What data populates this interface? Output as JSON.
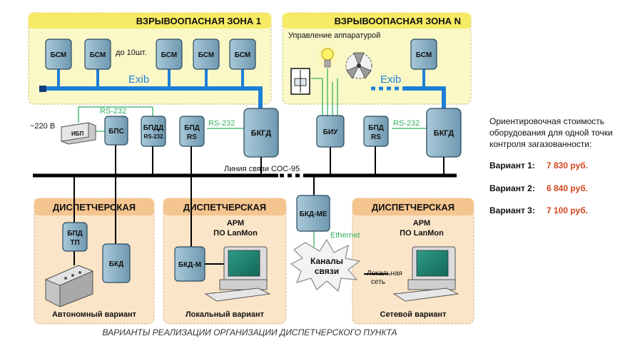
{
  "zones": {
    "zone1_title": "ВЗРЫВООПАСНАЯ ЗОНА 1",
    "zoneN_title": "ВЗРЫВООПАСНАЯ ЗОНА N",
    "up_to_note": "до 10шт.",
    "exib": "Exib",
    "equipment_control": "Управление аппаратурой"
  },
  "devices": {
    "bsm": "БСМ",
    "bkgd": "БКГД",
    "bps": "БПС",
    "bpdd_l1": "БПДД",
    "bpdd_l2": "RS-232",
    "bpd": "БПД",
    "rs": "RS",
    "biu": "БИУ",
    "bkd_me": "БКД-МЕ",
    "bpd_tp_l1": "БПД",
    "bpd_tp_l2": "ТП",
    "bkd": "БКД",
    "bkd_m": "БКД-М",
    "ups": "ИБП"
  },
  "labels": {
    "v220": "~220 В",
    "rs232": "RS-232",
    "soc_line": "Линия связи СОС-95",
    "ethernet": "Ethernet",
    "channels_l1": "Каналы",
    "channels_l2": "связи",
    "local_net_l1": "Локальная",
    "local_net_l2": "сеть"
  },
  "dispatch": {
    "title": "ДИСПЕТЧЕРСКАЯ",
    "arm": "АРМ",
    "po": "ПО LanMon",
    "autonomous": "Автономный вариант",
    "local": "Локальный вариант",
    "network": "Сетевой вариант"
  },
  "cost": {
    "line1": "Ориентировочная стоимость",
    "line2": "оборудования для одной точки",
    "line3": "контроля загазованности:",
    "variants": [
      {
        "label": "Вариант 1:",
        "price": "7 830 руб."
      },
      {
        "label": "Вариант 2:",
        "price": "6 840 руб."
      },
      {
        "label": "Вариант 3:",
        "price": "7 100 руб."
      }
    ]
  },
  "caption": "ВАРИАНТЫ РЕАЛИЗАЦИИ ОРГАНИЗАЦИИ ДИСПЕТЧЕРСКОГО ПУНКТА",
  "colors": {
    "zone_fill": "#fbf8c8",
    "zone_title": "#f6eb64",
    "dispatch_fill": "#fbe5c8",
    "dispatch_title": "#f5c58f",
    "device_fill": "#8fb5c9",
    "bus_blue": "#1e7fd6",
    "green_wire": "#36b060",
    "price_red": "#d4441c"
  }
}
